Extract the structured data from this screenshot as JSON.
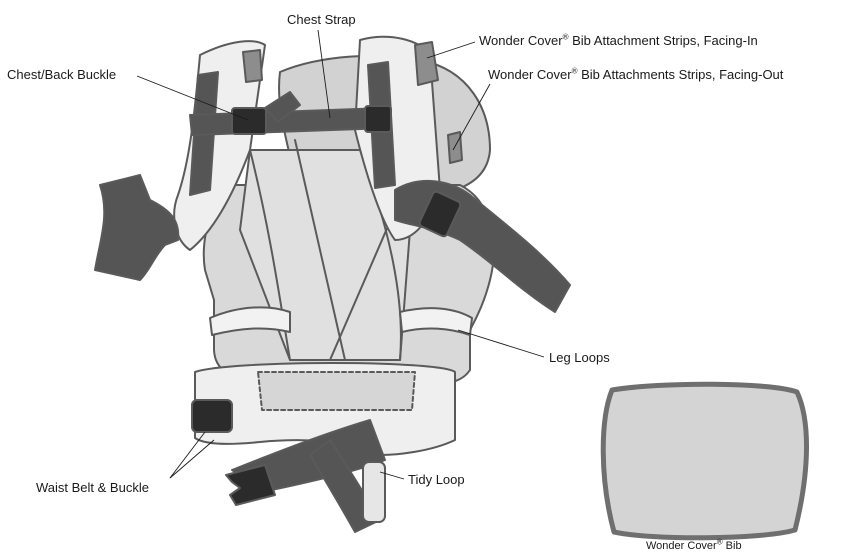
{
  "labels": {
    "chest_strap": "Chest Strap",
    "chest_back_buckle": "Chest/Back Buckle",
    "bib_strips_in": {
      "pre": "Wonder Cover",
      "reg": "®",
      "post": " Bib Attachment Strips, Facing-In"
    },
    "bib_strips_out": {
      "pre": "Wonder Cover",
      "reg": "®",
      "post": " Bib Attachments Strips, Facing-Out"
    },
    "leg_loops": "Leg Loops",
    "waist_belt_buckle": "Waist Belt & Buckle",
    "tidy_loop": "Tidy Loop",
    "bib": {
      "pre": "Wonder Cover",
      "reg": "®",
      "post": " Bib"
    }
  },
  "colors": {
    "outline": "#5a5a5a",
    "body_fill": "#d9d9d9",
    "light_fill": "#efefef",
    "strap_dark": "#555555",
    "buckle": "#2b2b2b",
    "bib_fill": "#d4d4d4"
  }
}
